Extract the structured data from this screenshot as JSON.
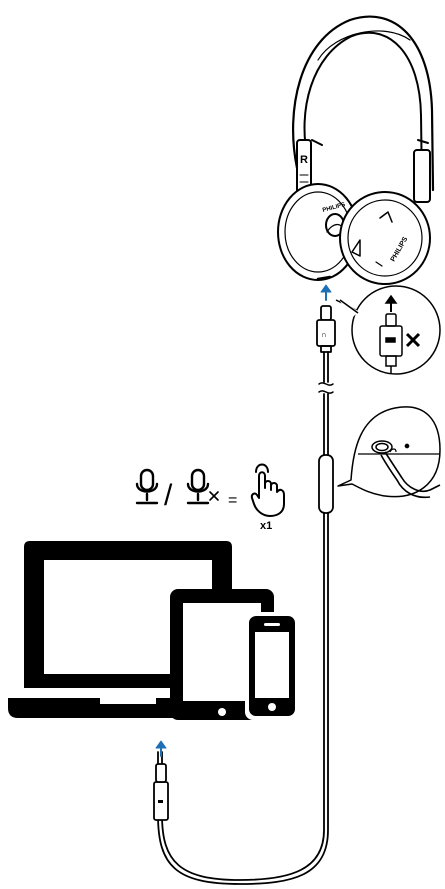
{
  "headphones": {
    "brand": "PHILIPS",
    "side_marker": "R"
  },
  "mic_control": {
    "separator": "/",
    "equals": "=",
    "press_count": "x1"
  },
  "devices": [
    "laptop",
    "tablet",
    "smartphone"
  ],
  "colors": {
    "line": "#000000",
    "arrow": "#1f6fb5",
    "background": "#ffffff"
  },
  "icons": [
    "microphone-icon",
    "microphone-muted-icon",
    "tap-finger-icon",
    "headphone-jack-icon",
    "usb-c-connector-icon",
    "close-x-icon"
  ]
}
